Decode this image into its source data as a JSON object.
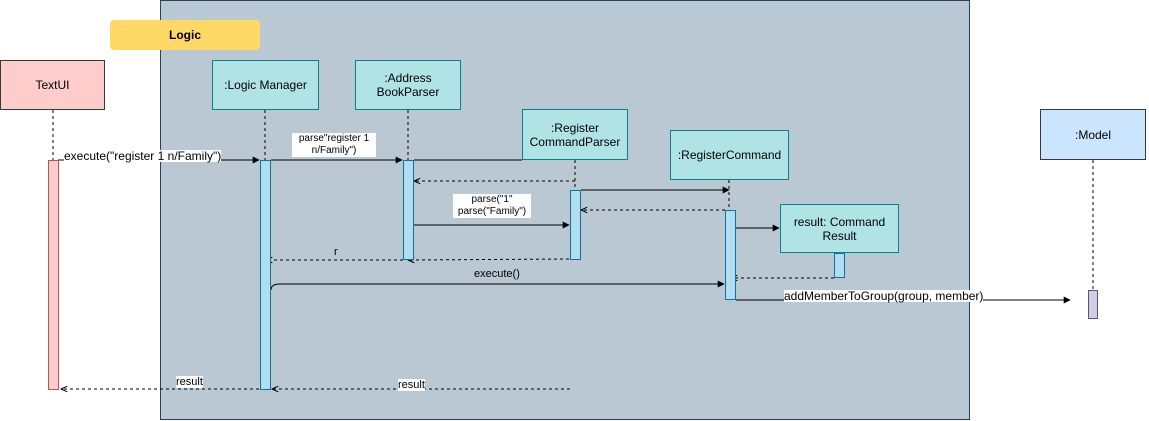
{
  "frame": {
    "label": "Logic"
  },
  "participants": {
    "textui": "TextUI",
    "logic_manager": ":Logic Manager",
    "address_book_parser": ":Address\nBookParser",
    "register_command_parser": ":Register\nCommandParser",
    "register_command": ":RegisterCommand",
    "command_result": "result: Command\nResult",
    "model": ":Model"
  },
  "messages": {
    "execute_call": "execute(\"register 1 n/Family\")",
    "parse_call": "parse\"register 1\nn/Family\")",
    "parse_args": "parse(\"1\"\nparse(\"Family\")",
    "return_r": "r",
    "execute": "execute()",
    "add_member": "addMemberToGroup(group, member)",
    "result_to_ui": "result",
    "result_to_lm": "result"
  },
  "colors": {
    "frame_fill": "#bac8d3",
    "frame_label": "#ffd966",
    "participant_teal": "#b0e3e6",
    "textui_fill": "#ffcccc",
    "model_fill": "#cce5ff",
    "activation_blue": "#b1ddf0",
    "model_activation": "#d0cee2"
  }
}
